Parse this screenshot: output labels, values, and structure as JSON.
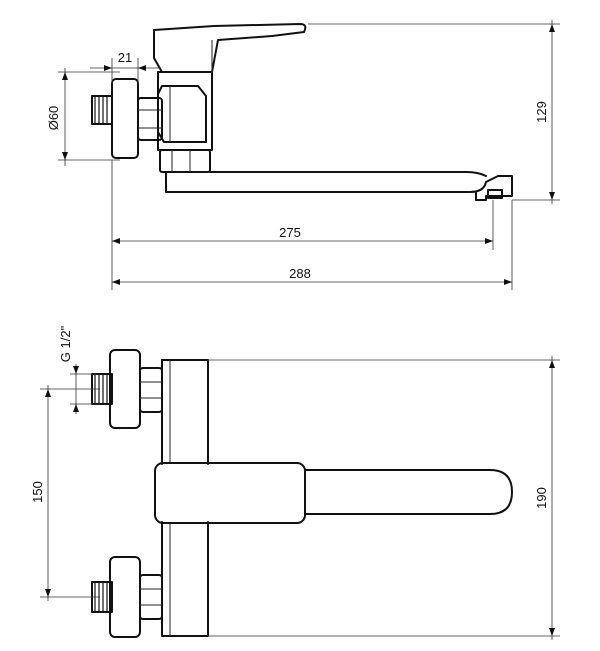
{
  "dimensions": {
    "d60": "Ø60",
    "d21": "21",
    "d129": "129",
    "d275": "275",
    "d288": "288",
    "thread": "G 1/2\"",
    "d150": "150",
    "d190": "190"
  }
}
